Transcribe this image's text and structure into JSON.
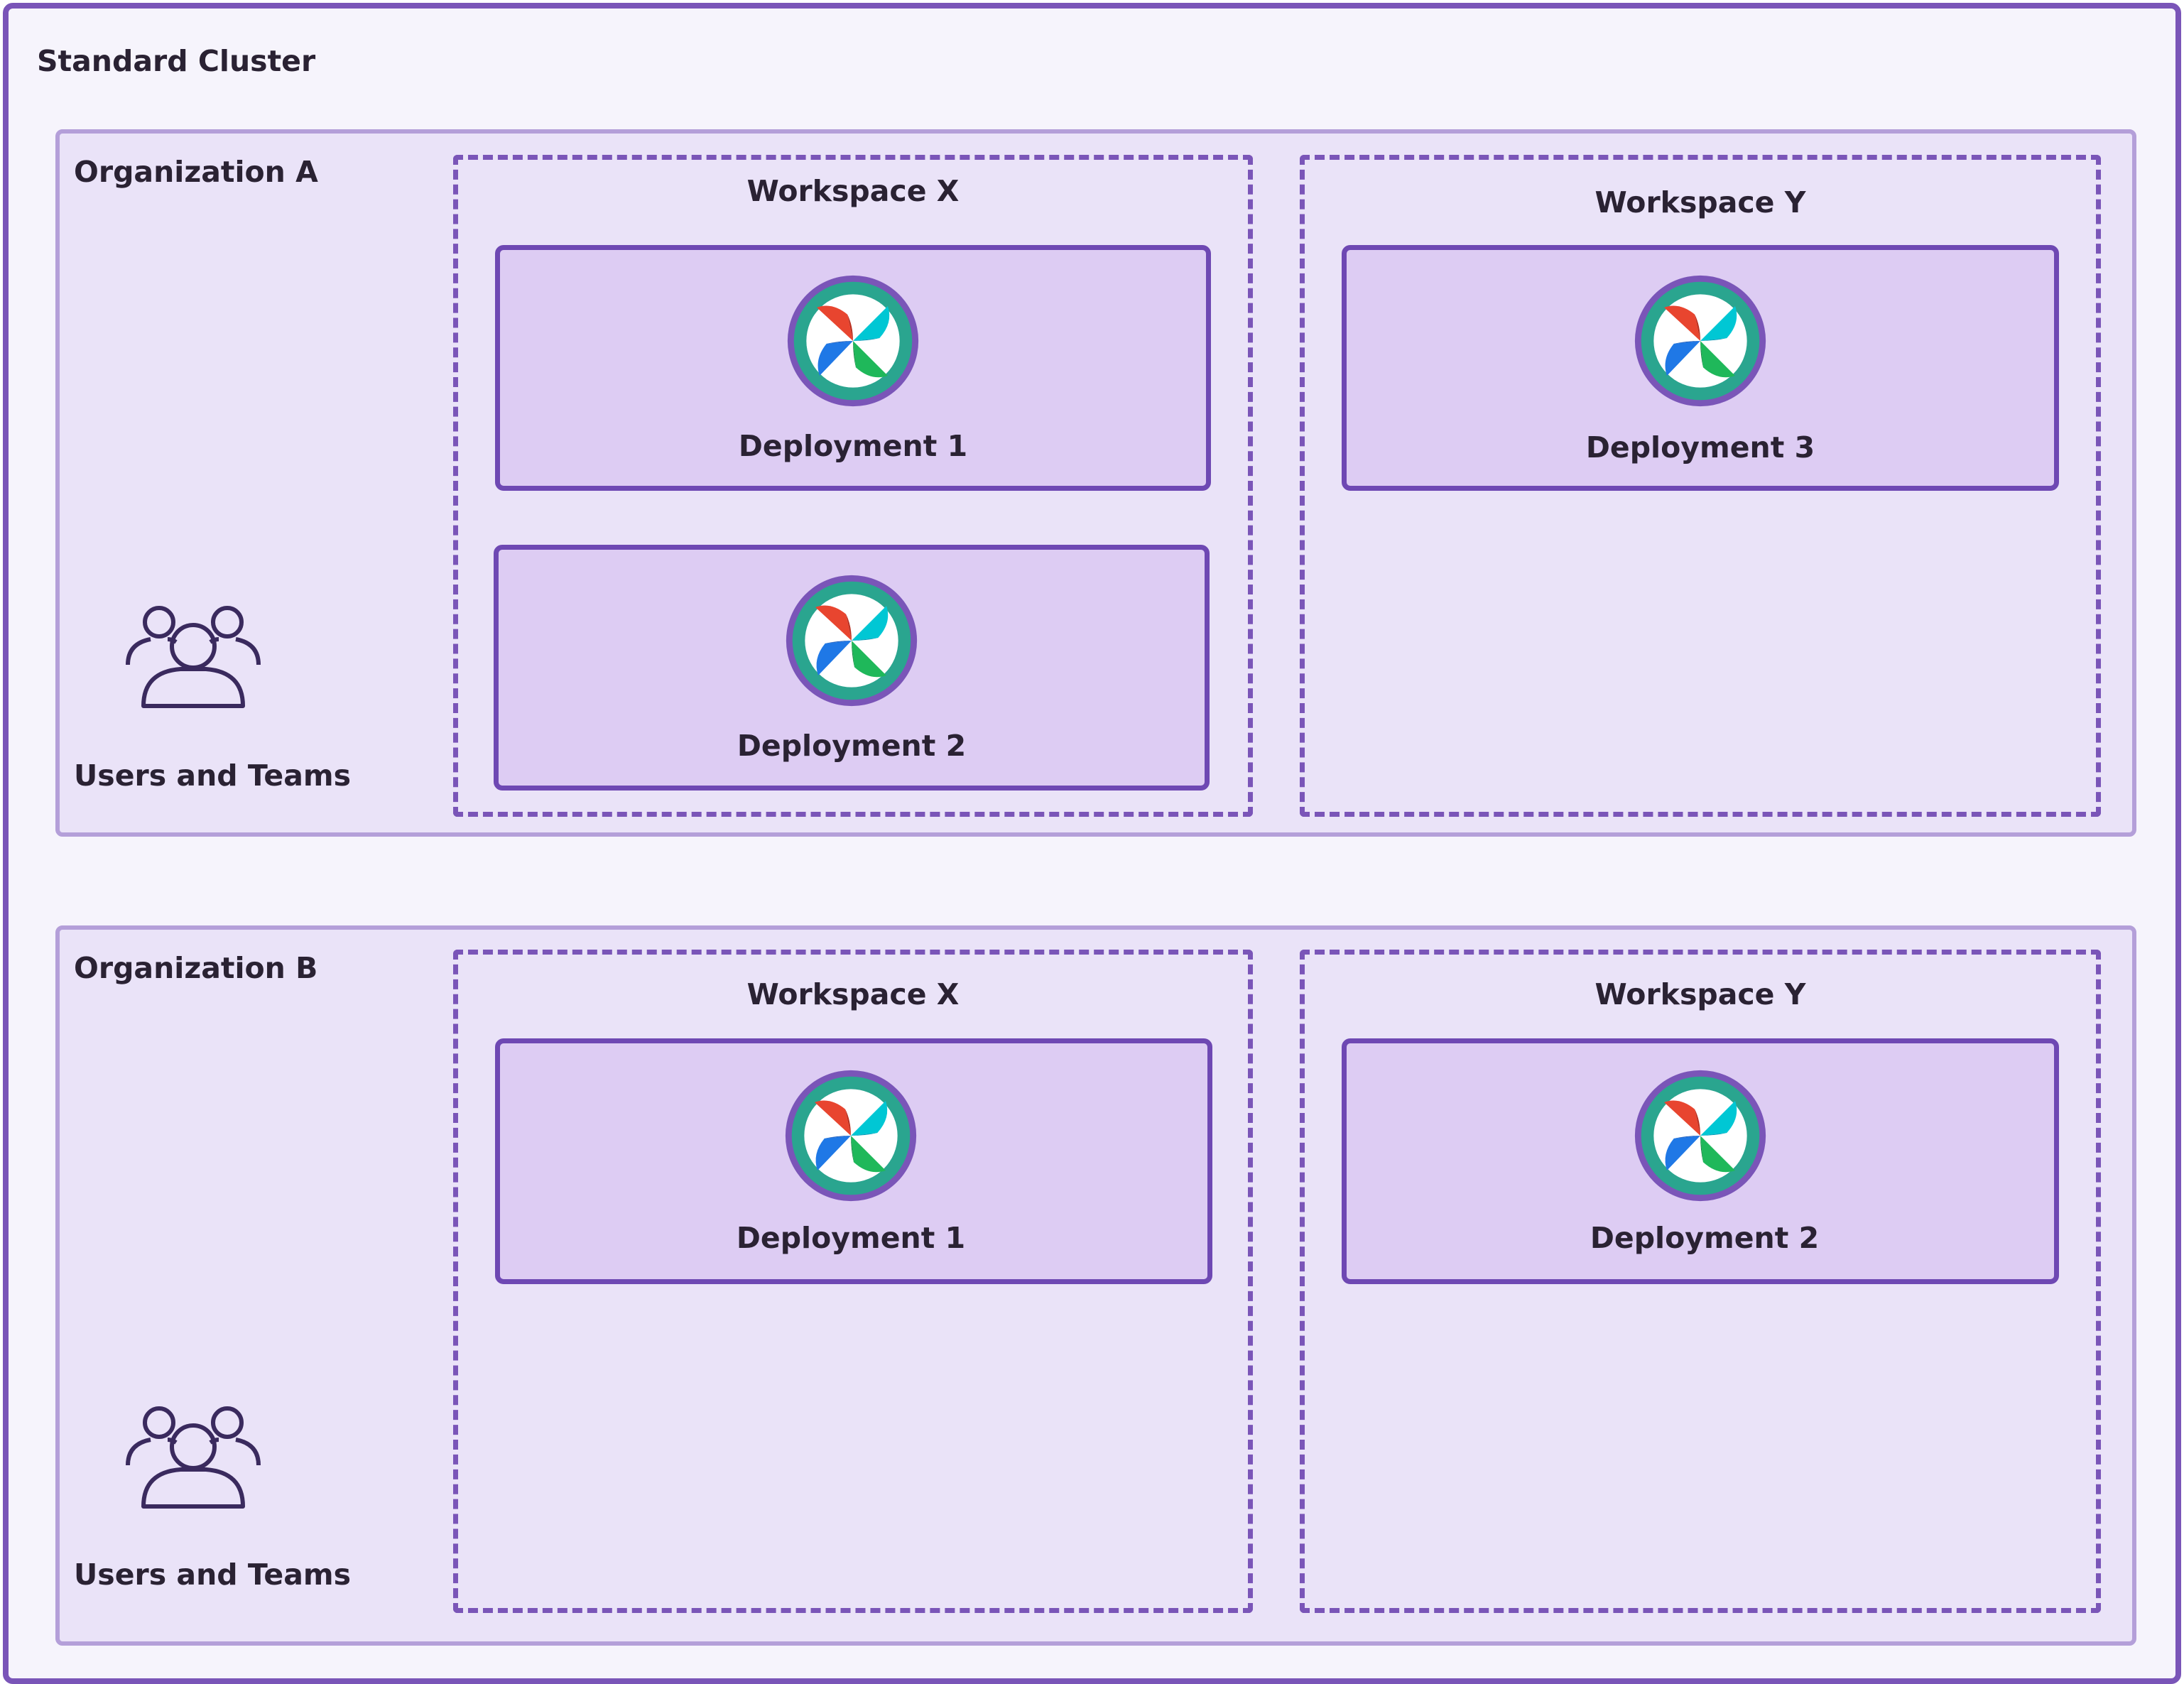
{
  "cluster": {
    "title": "Standard Cluster"
  },
  "organizations": [
    {
      "title": "Organization A",
      "users_label": "Users and Teams",
      "workspaces": [
        {
          "title": "Workspace X",
          "deployments": [
            "Deployment 1",
            "Deployment 2"
          ]
        },
        {
          "title": "Workspace Y",
          "deployments": [
            "Deployment 3"
          ]
        }
      ]
    },
    {
      "title": "Organization B",
      "users_label": "Users and Teams",
      "workspaces": [
        {
          "title": "Workspace X",
          "deployments": [
            "Deployment 1"
          ]
        },
        {
          "title": "Workspace Y",
          "deployments": [
            "Deployment 2"
          ]
        }
      ]
    }
  ],
  "colors": {
    "border": "#7a55b8",
    "org_fill": "#eae3f8",
    "deployment_fill": "#ddccf3",
    "logo_ring": "#2aa58f"
  },
  "icons": {
    "users": "users-group-icon",
    "deployment": "airflow-pinwheel-icon"
  }
}
